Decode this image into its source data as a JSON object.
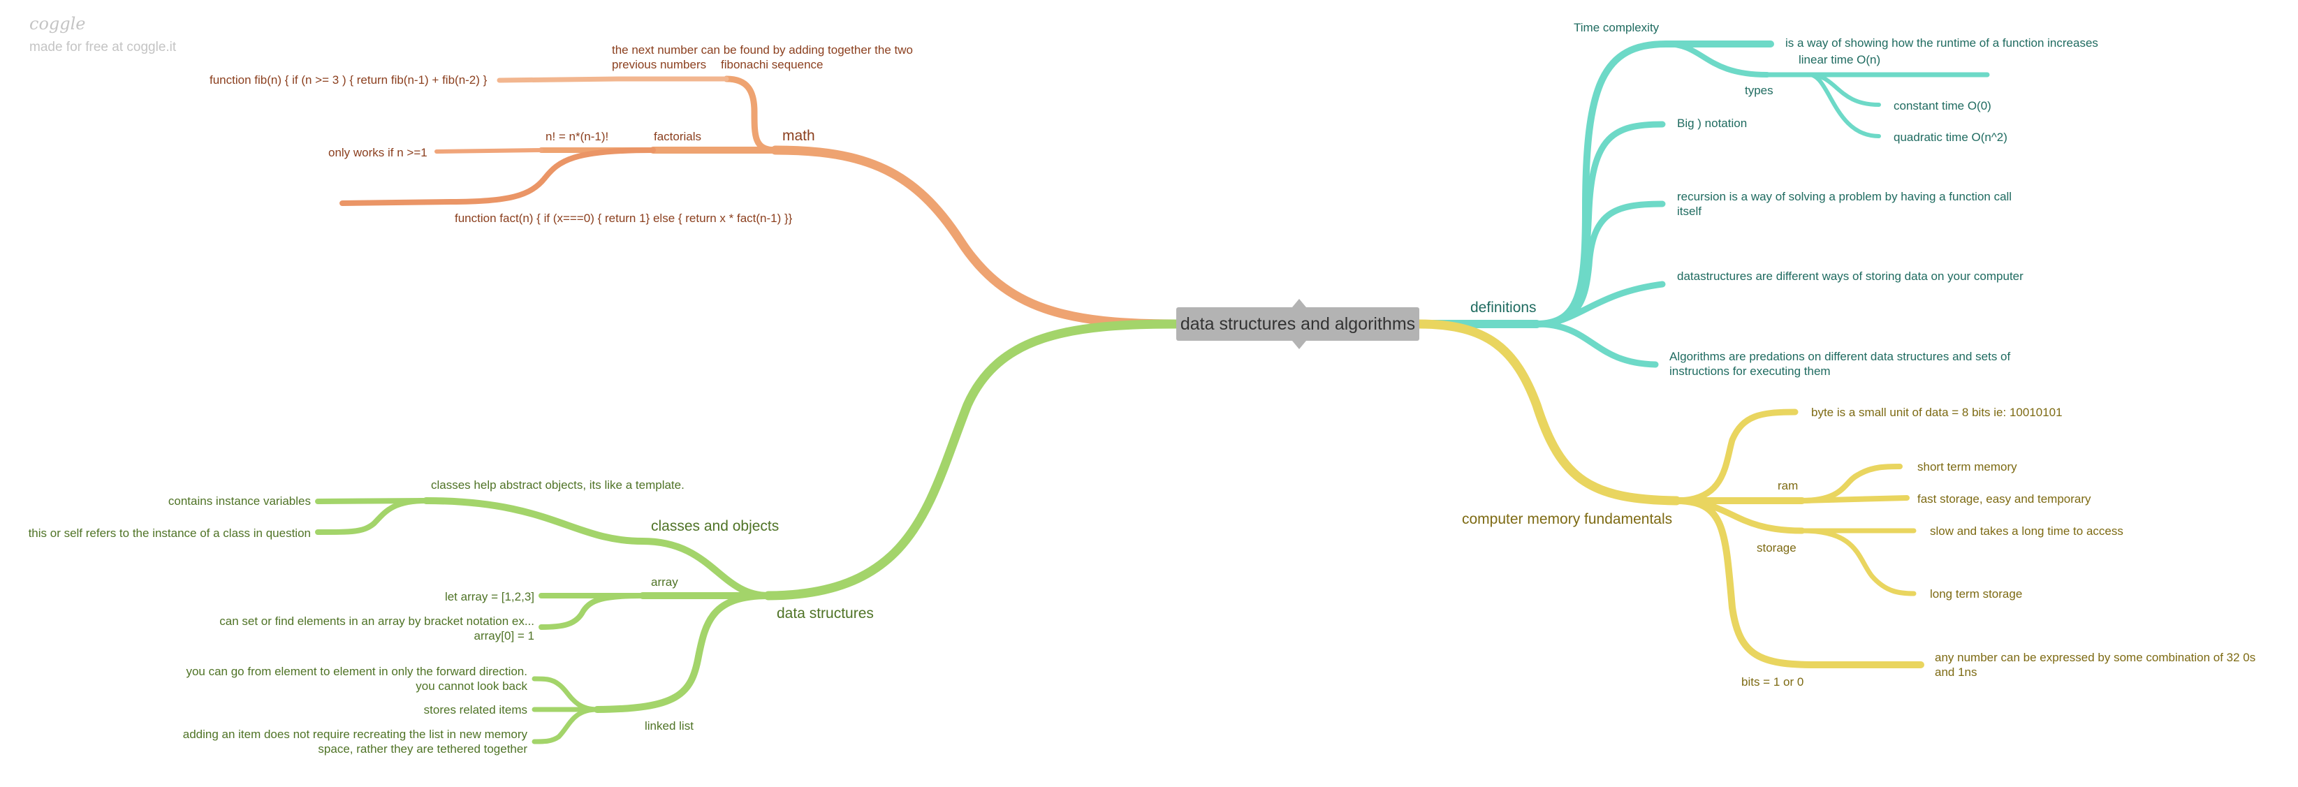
{
  "brand": {
    "logo": "coggle",
    "tagline": "made for free at coggle.it"
  },
  "root": {
    "label": "data structures and algorithms"
  },
  "colors": {
    "math": "#eea371",
    "definitions": "#6dd9c7",
    "data_structures": "#a3d46a",
    "memory": "#e9d55f"
  },
  "math": {
    "label": "math",
    "fibonacci": {
      "label": "fibonachi sequence",
      "explanation": "the next number can be found by adding together the two previous numbers",
      "code": "function fib(n) { if (n >= 3 ) { return fib(n-1) + fib(n-2) }"
    },
    "factorials": {
      "label": "factorials",
      "formula": "n! = n*(n-1)!",
      "note": "only works if n >=1",
      "code": "function fact(n) { if (x===0) { return 1} else { return x * fact(n-1) }}"
    }
  },
  "definitions": {
    "label": "definitions",
    "time_complexity": {
      "label": "Time complexity",
      "description": "is a way of showing how the runtime of a function increases",
      "types": {
        "label": "types",
        "items": [
          "linear time O(n)",
          "constant time O(0)",
          "quadratic time O(n^2)"
        ]
      }
    },
    "big_o": "Big ) notation",
    "recursion": "recursion is a way of solving a problem by having a function call itself",
    "datastructures": "datastructures are different ways of storing data on your computer",
    "algorithms": "Algorithms are predations on different data structures and sets of instructions for executing them"
  },
  "memory": {
    "label": "computer memory fundamentals",
    "byte": "byte is a small unit of data = 8 bits ie: 10010101",
    "ram": {
      "label": "ram",
      "items": [
        "short term memory",
        "fast storage, easy and temporary"
      ]
    },
    "storage": {
      "label": "storage",
      "items": [
        "slow and takes a long time to access",
        "long term storage"
      ]
    },
    "bits": {
      "label": "bits = 1 or 0",
      "description": "any number can be expressed by some combination of 32 0s and 1ns"
    }
  },
  "data_structures": {
    "label": "data structures",
    "classes": {
      "label": "classes and objects",
      "description": "classes help abstract objects, its like a template.",
      "items": [
        "contains instance variables",
        "this or self refers to the instance of a class in question"
      ]
    },
    "array": {
      "label": "array",
      "items": [
        "let array = [1,2,3]",
        "can set or find elements in an array by bracket notation ex... array[0] = 1"
      ]
    },
    "linked_list": {
      "label": "linked list",
      "items": [
        "you can go from element to element in only the forward direction. you cannot look back",
        "stores related items",
        "adding an item does not require recreating the list in new memory space, rather they are tethered together"
      ]
    }
  }
}
